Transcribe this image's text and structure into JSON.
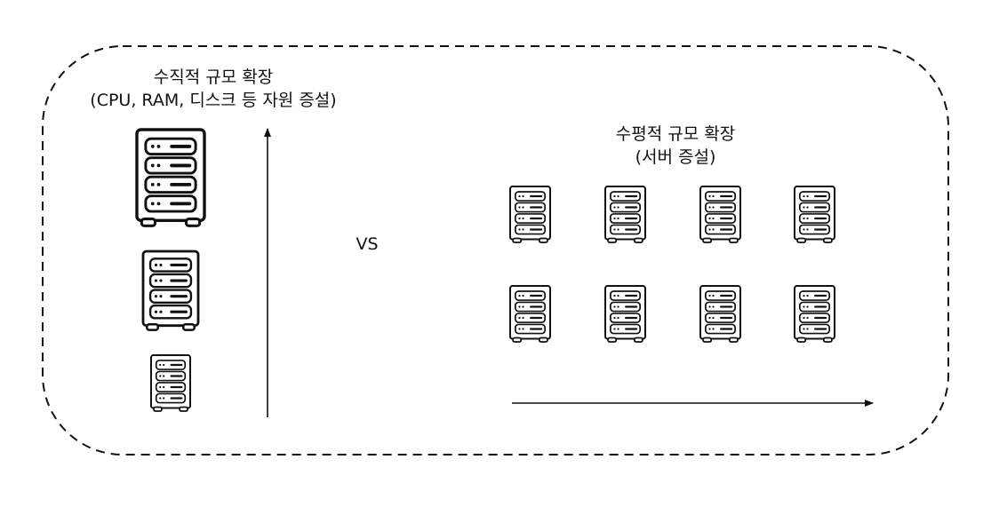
{
  "vertical": {
    "title": "수직적 규모 확장",
    "subtitle": "(CPU, RAM, 디스크 등 자원 증설)",
    "servers": [
      {
        "size": "large"
      },
      {
        "size": "medium"
      },
      {
        "size": "small"
      }
    ]
  },
  "versus_label": "VS",
  "horizontal": {
    "title": "수평적 규모 확장",
    "subtitle": "(서버 증설)",
    "rows": 2,
    "columns": 4
  },
  "icons": {
    "server": "server-rack-icon",
    "arrow_up": "arrow-up-icon",
    "arrow_right": "arrow-right-icon"
  }
}
